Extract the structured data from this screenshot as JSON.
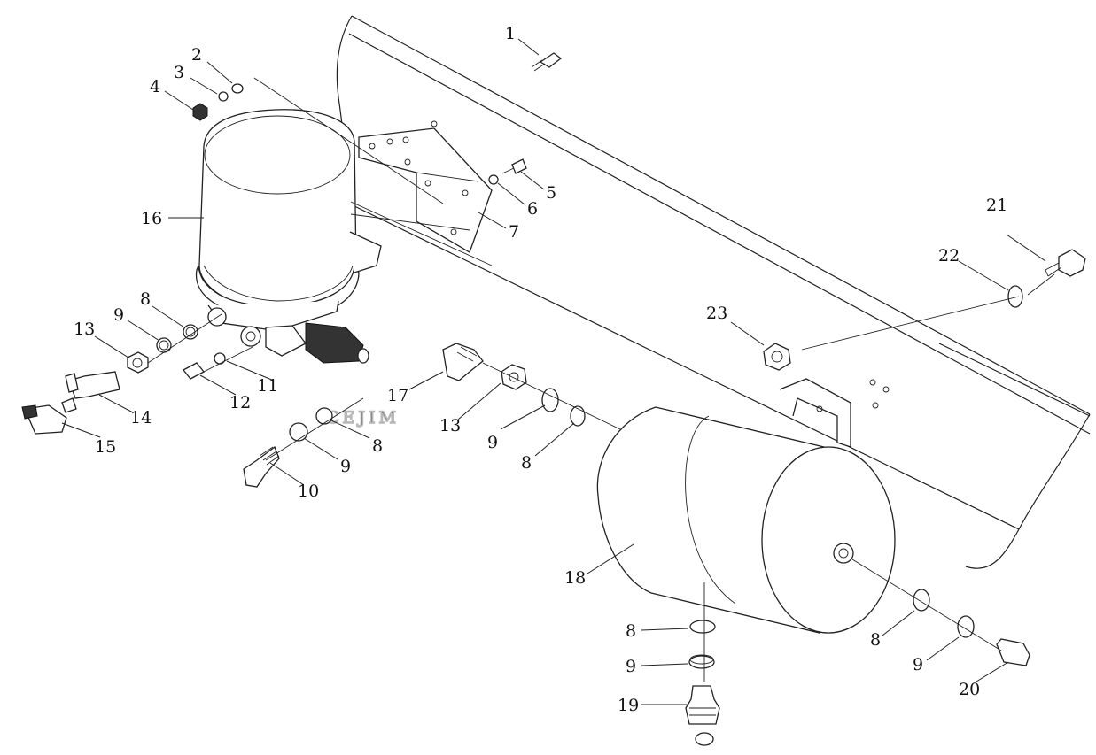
{
  "watermark": "CEJIM",
  "callouts": [
    {
      "id": "c1",
      "label": "1"
    },
    {
      "id": "c2",
      "label": "2"
    },
    {
      "id": "c3",
      "label": "3"
    },
    {
      "id": "c4",
      "label": "4"
    },
    {
      "id": "c5",
      "label": "5"
    },
    {
      "id": "c6",
      "label": "6"
    },
    {
      "id": "c7",
      "label": "7"
    },
    {
      "id": "c8a",
      "label": "8"
    },
    {
      "id": "c8b",
      "label": "8"
    },
    {
      "id": "c8c",
      "label": "8"
    },
    {
      "id": "c8d",
      "label": "8"
    },
    {
      "id": "c8e",
      "label": "8"
    },
    {
      "id": "c9a",
      "label": "9"
    },
    {
      "id": "c9b",
      "label": "9"
    },
    {
      "id": "c9c",
      "label": "9"
    },
    {
      "id": "c9d",
      "label": "9"
    },
    {
      "id": "c9e",
      "label": "9"
    },
    {
      "id": "c10",
      "label": "10"
    },
    {
      "id": "c11",
      "label": "11"
    },
    {
      "id": "c12",
      "label": "12"
    },
    {
      "id": "c13a",
      "label": "13"
    },
    {
      "id": "c13b",
      "label": "13"
    },
    {
      "id": "c14",
      "label": "14"
    },
    {
      "id": "c15",
      "label": "15"
    },
    {
      "id": "c16",
      "label": "16"
    },
    {
      "id": "c17",
      "label": "17"
    },
    {
      "id": "c18",
      "label": "18"
    },
    {
      "id": "c19",
      "label": "19"
    },
    {
      "id": "c20",
      "label": "20"
    },
    {
      "id": "c21",
      "label": "21"
    },
    {
      "id": "c22",
      "label": "22"
    },
    {
      "id": "c23",
      "label": "23"
    }
  ]
}
